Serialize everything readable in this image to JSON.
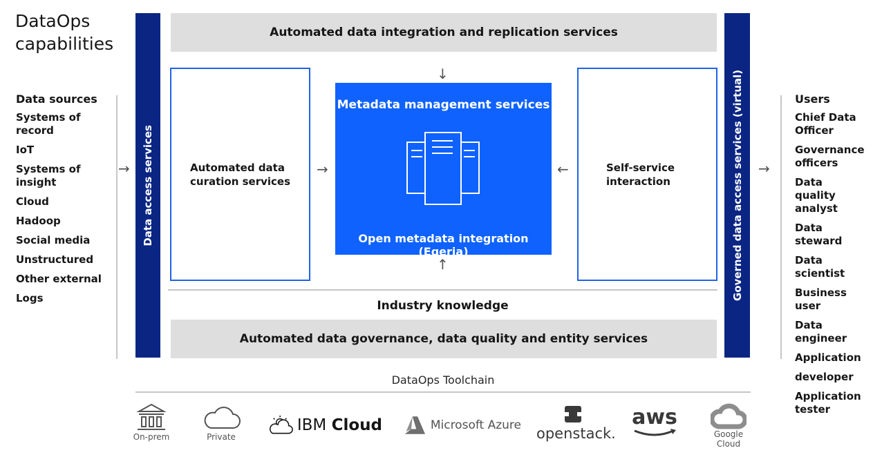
{
  "title": "DataOps capabilities",
  "sources": {
    "heading": "Data sources",
    "items": [
      "Systems of record",
      "IoT",
      "Systems of insight",
      "Cloud",
      "Hadoop",
      "Social media",
      "Unstructured",
      "Other external",
      "Logs"
    ]
  },
  "users": {
    "heading": "Users",
    "items": [
      "Chief Data Officer",
      "Governance officers",
      "Data quality analyst",
      "Data steward",
      "Data scientist",
      "Business user",
      "Data engineer",
      "Application",
      "developer",
      "Application tester"
    ]
  },
  "data_access": "Data access services",
  "governed_access": "Governed data access services (virtual)",
  "top_band": "Automated data integration and replication services",
  "curation": "Automated data curation services",
  "self_service": "Self-service interaction",
  "metadata": {
    "title": "Metadata management services",
    "subtitle": "Open metadata integration (Egeria)"
  },
  "industry": "Industry knowledge",
  "bottom_band": "Automated data governance, data quality and entity services",
  "toolchain": {
    "label": "DataOps Toolchain",
    "logos": [
      {
        "name": "On-prem",
        "icon": "bank-icon"
      },
      {
        "name": "Private",
        "icon": "cloud-icon"
      },
      {
        "name": "IBM",
        "name2": "Cloud",
        "icon": "ibm-cloud-icon"
      },
      {
        "name": "Microsoft Azure",
        "icon": "azure-icon"
      },
      {
        "name": "openstack.",
        "icon": "openstack-icon"
      },
      {
        "name": "aws",
        "icon": "aws-icon"
      },
      {
        "name": "Google Cloud",
        "icon": "google-cloud-icon"
      }
    ]
  },
  "colors": {
    "navy": "#0b2583",
    "blue": "#0f62fe",
    "outline": "#1f62e6",
    "band": "#dedede"
  }
}
